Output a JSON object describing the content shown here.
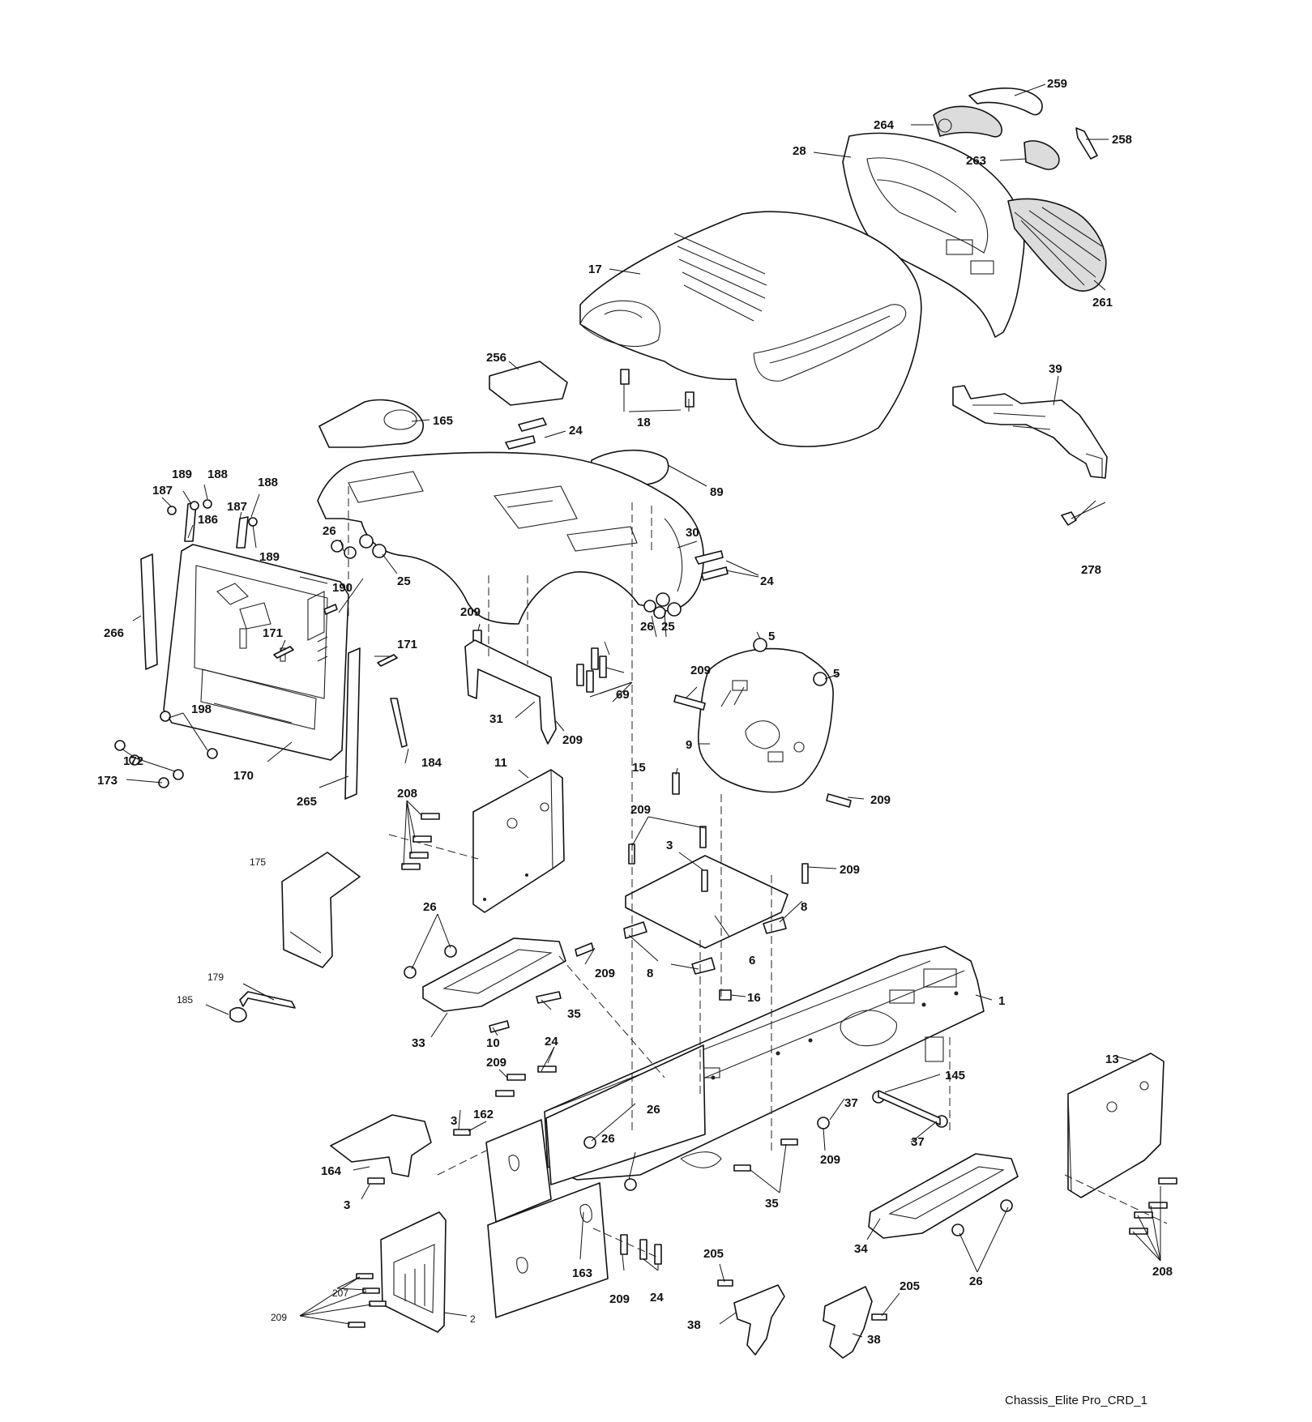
{
  "caption": "Chassis_Elite Pro_CRD_1",
  "callouts": {
    "c259": "259",
    "c264": "264",
    "c258": "258",
    "c28": "28",
    "c263": "263",
    "c17": "17",
    "c261": "261",
    "c256": "256",
    "c39": "39",
    "c18": "18",
    "c165": "165",
    "c24a": "24",
    "c89": "89",
    "c189a": "189",
    "c188a": "188",
    "c188b": "188",
    "c187a": "187",
    "c187b": "187",
    "c186": "186",
    "c189b": "189",
    "c26a": "26",
    "c25a": "25",
    "c30": "30",
    "c24b": "24",
    "c190": "190",
    "c278": "278",
    "c266": "266",
    "c171a": "171",
    "c171b": "171",
    "c209a": "209",
    "c26b": "26",
    "c25b": "25",
    "c5a": "5",
    "c209b": "209",
    "c5b": "5",
    "c69": "69",
    "c198": "198",
    "c31": "31",
    "c209c": "209",
    "c172": "172",
    "c184": "184",
    "c9": "9",
    "c173": "173",
    "c170": "170",
    "c11": "11",
    "c15": "15",
    "c265": "265",
    "c209d": "209",
    "c208a": "208",
    "c209e": "209",
    "c3a": "3",
    "c209f": "209",
    "c175": "175",
    "c8a": "8",
    "c26c": "26",
    "c6": "6",
    "c209g": "209",
    "c8b": "8",
    "c179": "179",
    "c35a": "35",
    "c16": "16",
    "c1": "1",
    "c185": "185",
    "c33": "33",
    "c10": "10",
    "c24c": "24",
    "c209h": "209",
    "c145": "145",
    "c13": "13",
    "c3b": "3",
    "c162": "162",
    "c26d": "26",
    "c37a": "37",
    "c26e": "26",
    "c37b": "37",
    "c164": "164",
    "c209i": "209",
    "c3c": "3",
    "c35b": "35",
    "c34": "34",
    "c205a": "205",
    "c163": "163",
    "c209j": "209",
    "c24d": "24",
    "c205b": "205",
    "c207": "207",
    "c209k": "209",
    "c2": "2",
    "c38a": "38",
    "c38b": "38",
    "c26f": "26",
    "c208b": "208"
  }
}
